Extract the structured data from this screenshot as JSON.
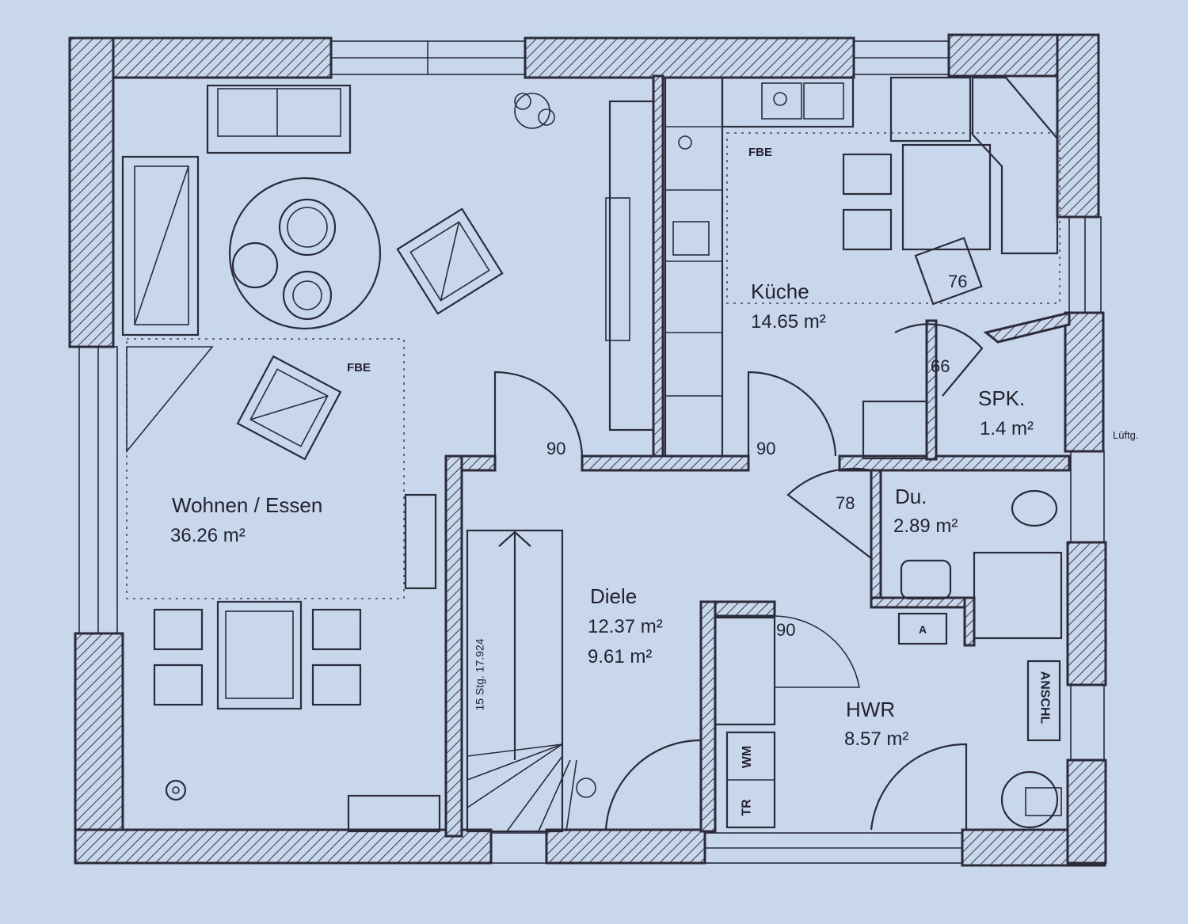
{
  "rooms": {
    "wohnen": {
      "name": "Wohnen / Essen",
      "area": "36.26 m²",
      "fbe": "FBE"
    },
    "kueche": {
      "name": "Küche",
      "area": "14.65 m²",
      "fbe": "FBE"
    },
    "spk": {
      "name": "SPK.",
      "area": "1.4 m²"
    },
    "du": {
      "name": "Du.",
      "area": "2.89 m²"
    },
    "diele": {
      "name": "Diele",
      "area": "12.37 m²",
      "area2": "9.61 m²"
    },
    "hwr": {
      "name": "HWR",
      "area": "8.57 m²"
    }
  },
  "doors": {
    "diele_living": "90",
    "kitchen": "90",
    "dusche": "78",
    "spk": "66",
    "kitchen_top": "76",
    "hwr": "90"
  },
  "labels": {
    "stairs": "15 Stg. 17.924",
    "lueftung": "Lüftg.",
    "anschl": "ANSCHL",
    "tr": "TR",
    "wm": "WM",
    "a": "A"
  }
}
